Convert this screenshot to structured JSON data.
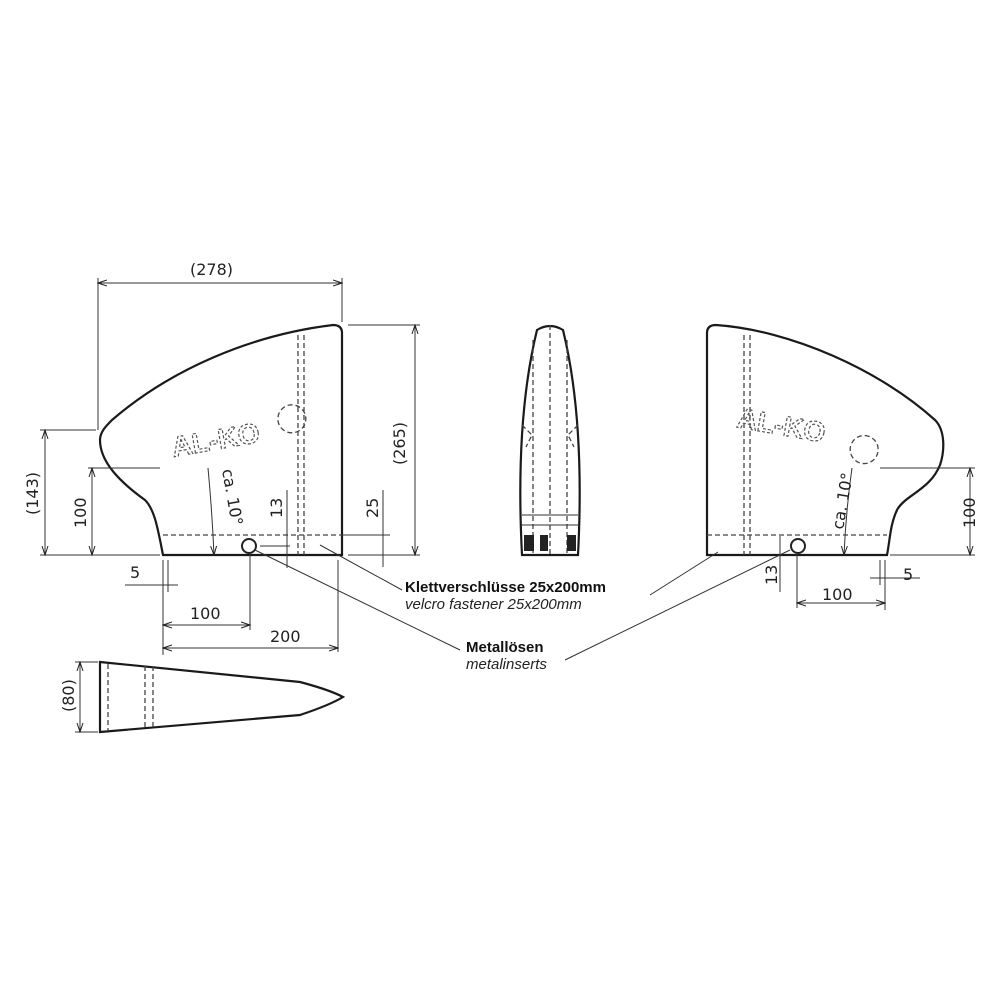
{
  "dimensions": {
    "width_total": "(278)",
    "height_total": "(265)",
    "height_front": "(143)",
    "height_lower_left": "100",
    "height_lower_right": "100",
    "insert_height_left": "13",
    "insert_height_right": "13",
    "velcro_height": "25",
    "offset_left": "5",
    "offset_right": "5",
    "insert_distance_left": "100",
    "insert_distance_right": "100",
    "velcro_length": "200",
    "angle_left": "ca. 10°",
    "angle_right": "ca. 10°",
    "width_top_view": "(80)"
  },
  "labels": {
    "velcro_de": "Klettverschlüsse 25x200mm",
    "velcro_en": "velcro fastener 25x200mm",
    "inserts_de": "Metallösen",
    "inserts_en": "metalinserts"
  },
  "logo_text": "AL-KO"
}
